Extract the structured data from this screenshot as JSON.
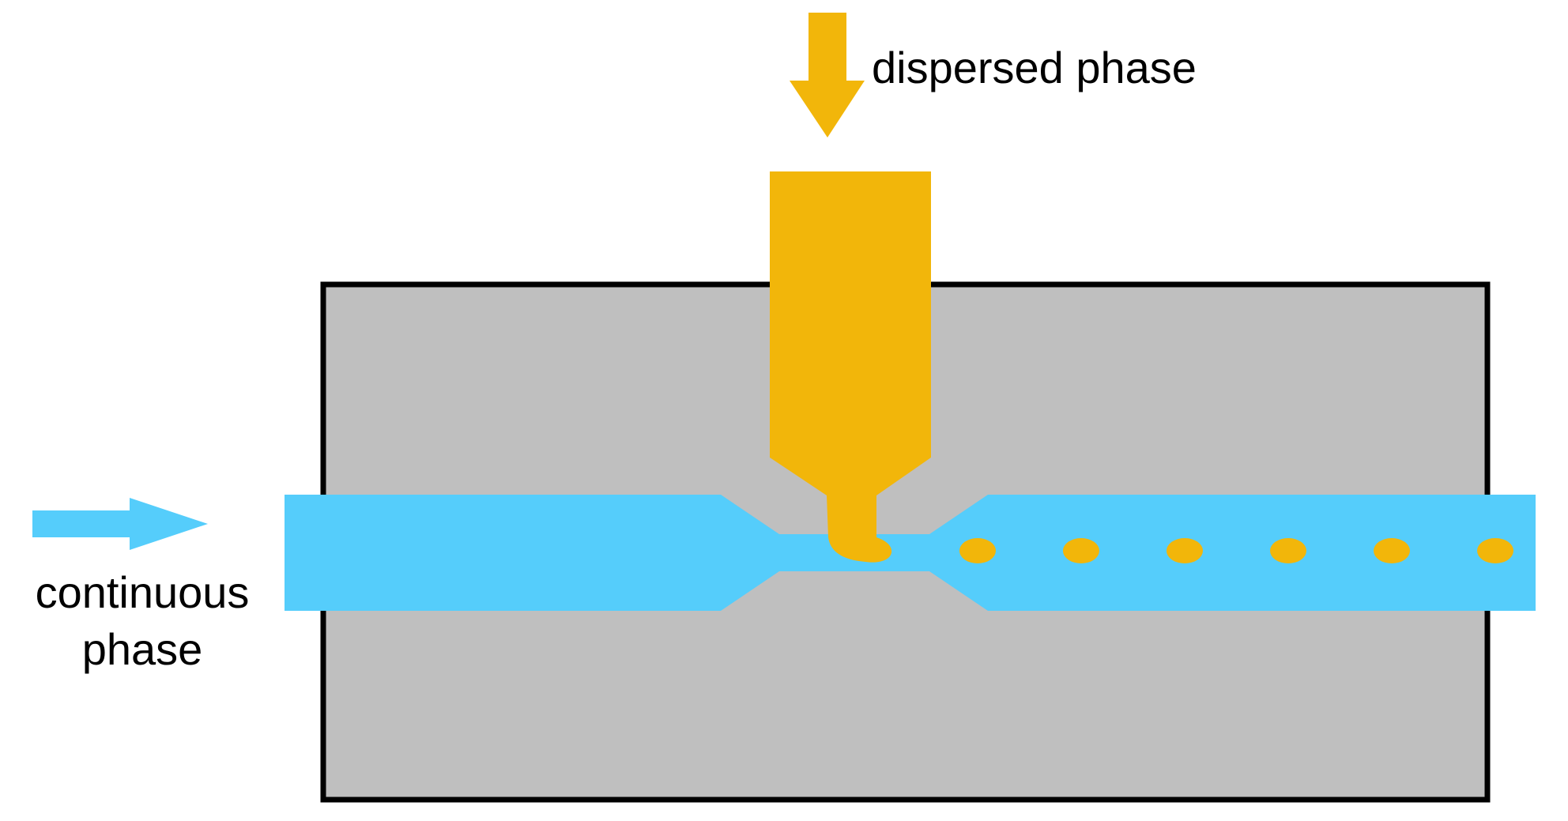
{
  "labels": {
    "dispersed": "dispersed phase",
    "continuous_line1": "continuous",
    "continuous_line2": "phase"
  },
  "colors": {
    "background": "#ffffff",
    "chip": "#bfbfbf",
    "chip_border": "#000000",
    "continuous_phase": "#55cdfb",
    "dispersed_phase": "#f2b60a"
  },
  "droplet_count": 6
}
